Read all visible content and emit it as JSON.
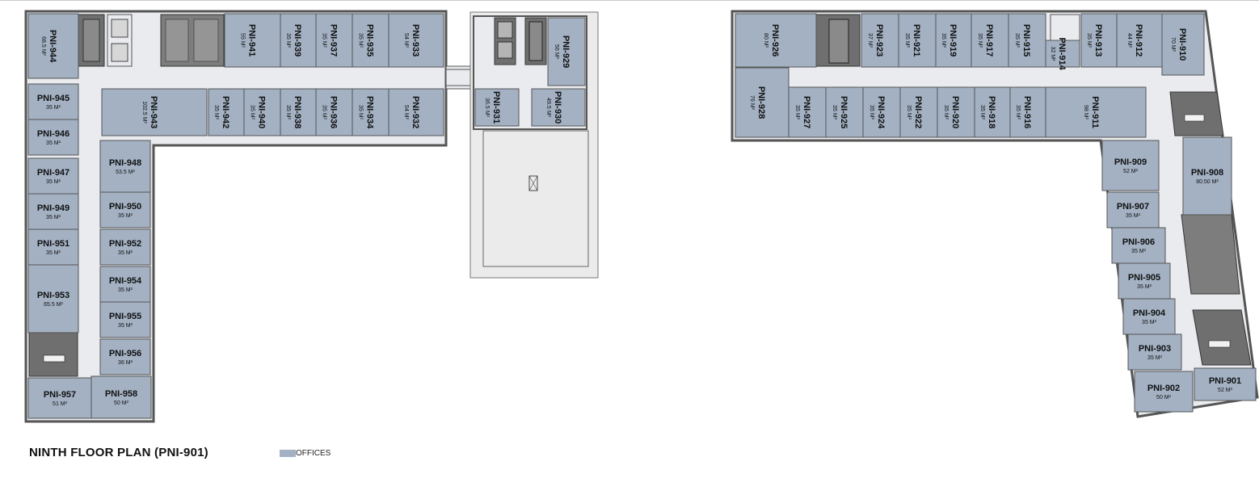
{
  "title": "NINTH FLOOR PLAN (PNI-901)",
  "legend": {
    "label": "OFFICES",
    "color": "#a3b1c3"
  },
  "colors": {
    "office": "#a3b1c3",
    "corridor": "#e9ebee",
    "core": "#6f6f6f",
    "wall": "#555555",
    "court": "#ebebeb"
  },
  "rooms": [
    {
      "id": "PNI-944",
      "area": "68.5 M²"
    },
    {
      "id": "PNI-941",
      "area": "55 M²"
    },
    {
      "id": "PNI-939",
      "area": "35 M²"
    },
    {
      "id": "PNI-937",
      "area": "35 M²"
    },
    {
      "id": "PNI-935",
      "area": "35 M²"
    },
    {
      "id": "PNI-933",
      "area": "54 M²"
    },
    {
      "id": "PNI-929",
      "area": "56 M²"
    },
    {
      "id": "PNI-945",
      "area": "35 M²"
    },
    {
      "id": "PNI-943",
      "area": "102.5 M²"
    },
    {
      "id": "PNI-942",
      "area": "35 M²"
    },
    {
      "id": "PNI-940",
      "area": "35 M²"
    },
    {
      "id": "PNI-938",
      "area": "35 M²"
    },
    {
      "id": "PNI-936",
      "area": "35 M²"
    },
    {
      "id": "PNI-934",
      "area": "35 M²"
    },
    {
      "id": "PNI-932",
      "area": "54 M²"
    },
    {
      "id": "PNI-931",
      "area": "36.5 M²"
    },
    {
      "id": "PNI-930",
      "area": "49.5 M²"
    },
    {
      "id": "PNI-946",
      "area": "35 M²"
    },
    {
      "id": "PNI-947",
      "area": "35 M²"
    },
    {
      "id": "PNI-948",
      "area": "53.5 M²"
    },
    {
      "id": "PNI-949",
      "area": "35 M²"
    },
    {
      "id": "PNI-950",
      "area": "35 M²"
    },
    {
      "id": "PNI-951",
      "area": "35 M²"
    },
    {
      "id": "PNI-952",
      "area": "35 M²"
    },
    {
      "id": "PNI-953",
      "area": "65.5 M²"
    },
    {
      "id": "PNI-954",
      "area": "35 M²"
    },
    {
      "id": "PNI-955",
      "area": "35 M²"
    },
    {
      "id": "PNI-956",
      "area": "36 M²"
    },
    {
      "id": "PNI-957",
      "area": "51 M²"
    },
    {
      "id": "PNI-958",
      "area": "50 M²"
    },
    {
      "id": "PNI-926",
      "area": "80 M²"
    },
    {
      "id": "PNI-923",
      "area": "37 M²"
    },
    {
      "id": "PNI-921",
      "area": "35 M²"
    },
    {
      "id": "PNI-919",
      "area": "35 M²"
    },
    {
      "id": "PNI-917",
      "area": "35 M²"
    },
    {
      "id": "PNI-915",
      "area": "35 M²"
    },
    {
      "id": "PNI-914",
      "area": "32 M²"
    },
    {
      "id": "PNI-913",
      "area": "35 M²"
    },
    {
      "id": "PNI-912",
      "area": "44 M²"
    },
    {
      "id": "PNI-910",
      "area": "70 M²"
    },
    {
      "id": "PNI-928",
      "area": "76 M²"
    },
    {
      "id": "PNI-927",
      "area": "35 M²"
    },
    {
      "id": "PNI-925",
      "area": "35 M²"
    },
    {
      "id": "PNI-924",
      "area": "35 M²"
    },
    {
      "id": "PNI-922",
      "area": "35 M²"
    },
    {
      "id": "PNI-920",
      "area": "35 M²"
    },
    {
      "id": "PNI-918",
      "area": "35 M²"
    },
    {
      "id": "PNI-916",
      "area": "35 M²"
    },
    {
      "id": "PNI-911",
      "area": "98 M²"
    },
    {
      "id": "PNI-909",
      "area": "52 M²"
    },
    {
      "id": "PNI-908",
      "area": "80.50 M²"
    },
    {
      "id": "PNI-907",
      "area": "35 M²"
    },
    {
      "id": "PNI-906",
      "area": "35 M²"
    },
    {
      "id": "PNI-905",
      "area": "35 M²"
    },
    {
      "id": "PNI-904",
      "area": "35 M²"
    },
    {
      "id": "PNI-903",
      "area": "35 M²"
    },
    {
      "id": "PNI-902",
      "area": "50 M²"
    },
    {
      "id": "PNI-901",
      "area": "52 M²"
    }
  ]
}
